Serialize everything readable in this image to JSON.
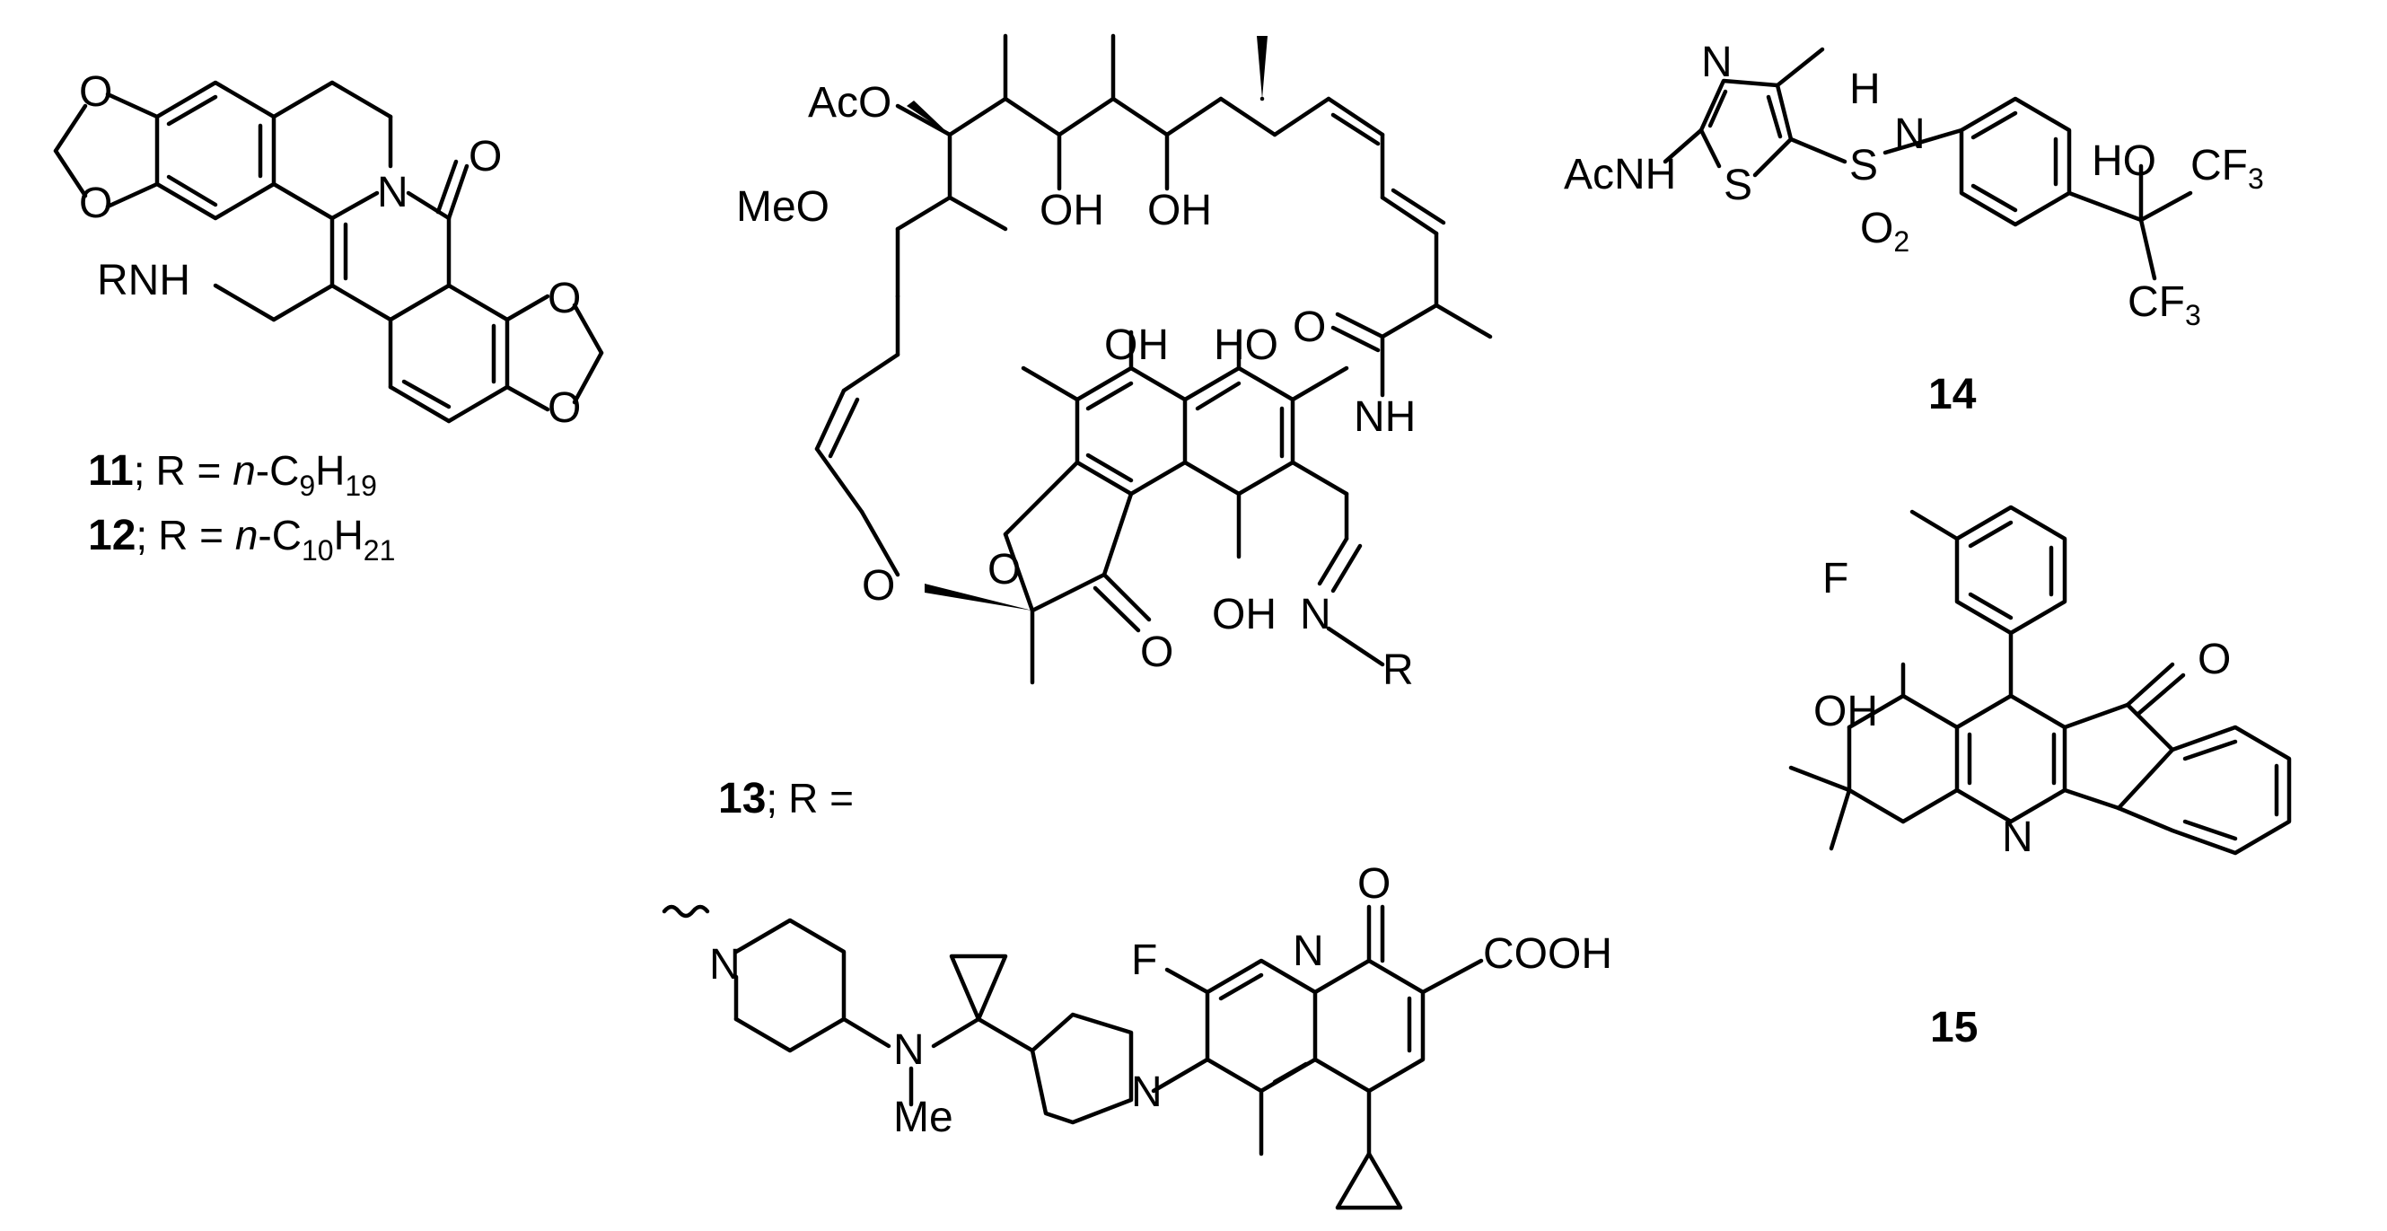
{
  "compounds": [
    {
      "id": "11",
      "substituent": "R = ",
      "prefix": "n",
      "formula": "-C",
      "c": "9",
      "h": "H",
      "hn": "19"
    },
    {
      "id": "12",
      "substituent": "R = ",
      "prefix": "n",
      "formula": "-C",
      "c": "10",
      "h": "H",
      "hn": "21"
    },
    {
      "id": "13",
      "substituent": "R ="
    },
    {
      "id": "14"
    },
    {
      "id": "15"
    }
  ],
  "atom_labels": {
    "O": "O",
    "N": "N",
    "NH": "NH",
    "OH": "OH",
    "HO": "HO",
    "RNH": "RNH",
    "AcO": "AcO",
    "MeO": "MeO",
    "AcNH": "AcNH",
    "S": "S",
    "H": "H",
    "F": "F",
    "R": "R",
    "Me": "Me",
    "COOH": "COOH",
    "CF": "CF",
    "three": "3",
    "two": "2",
    "semicolon": ";"
  }
}
